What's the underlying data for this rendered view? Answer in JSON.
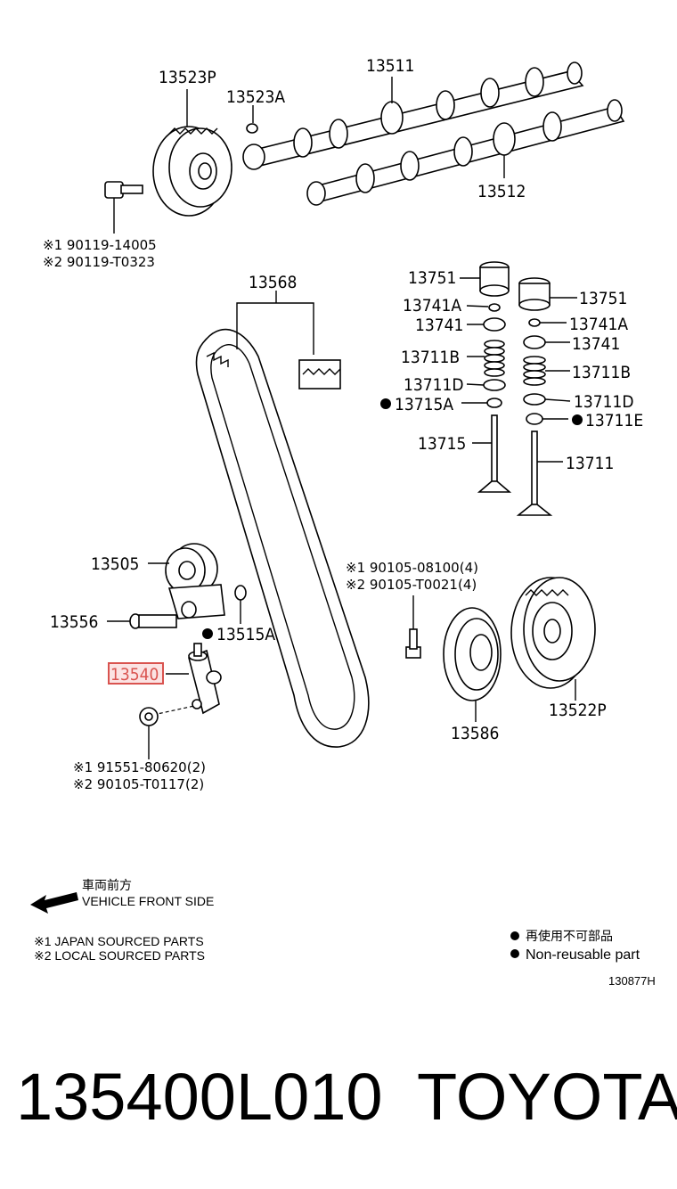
{
  "parts": {
    "p13523P": "13523P",
    "p13523A": "13523A",
    "p13511": "13511",
    "p13512": "13512",
    "bolt_a_1": "※1 90119-14005",
    "bolt_a_2": "※2 90119-T0323",
    "p13568": "13568",
    "p13751_l": "13751",
    "p13751_r": "13751",
    "p13741A_l": "13741A",
    "p13741A_r": "13741A",
    "p13741_l": "13741",
    "p13741_r": "13741",
    "p13711B_l": "13711B",
    "p13711B_r": "13711B",
    "p13711D_l": "13711D",
    "p13711D_r": "13711D",
    "p13715A": "13715A",
    "p13711E": "13711E",
    "p13715": "13715",
    "p13711": "13711",
    "p13505": "13505",
    "p13556": "13556",
    "p13515A": "13515A",
    "p13540": "13540",
    "bolt_b_1": "※1 90105-08100(4)",
    "bolt_b_2": "※2 90105-T0021(4)",
    "p13586": "13586",
    "p13522P": "13522P",
    "bolt_c_1": "※1 91551-80620(2)",
    "bolt_c_2": "※2 90105-T0117(2)"
  },
  "legend": {
    "front_jp": "車両前方",
    "front_en": "VEHICLE FRONT SIDE",
    "src1": "※1 JAPAN SOURCED PARTS",
    "src2": "※2 LOCAL SOURCED PARTS",
    "nonreuse_jp": "再使用不可部品",
    "nonreuse_en": "Non-reusable part",
    "diagram_id": "130877H"
  },
  "footer": {
    "part_number": "135400L010",
    "brand": "TOYOTA"
  },
  "colors": {
    "highlight": "#d9534f",
    "highlight_fill": "#fbe3e3"
  }
}
